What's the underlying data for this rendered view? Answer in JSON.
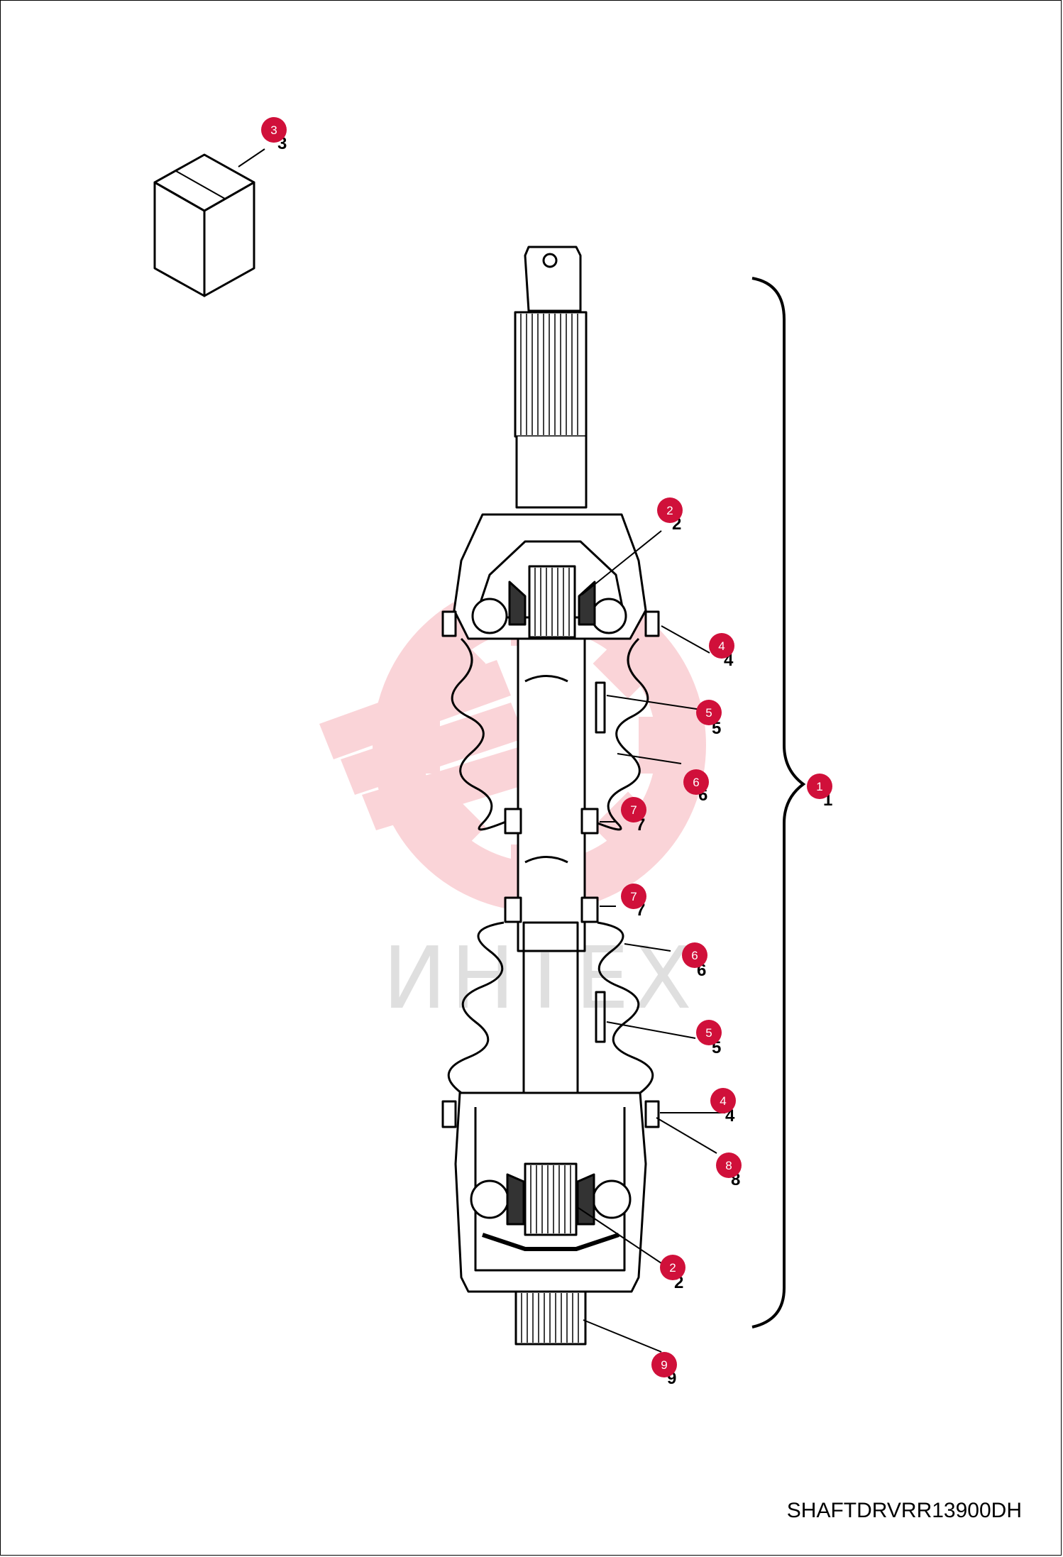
{
  "diagram": {
    "code_label": "SHAFTDRVRR13900DH",
    "watermark_text": "ИНТЕХ",
    "badge_color": "#d0103a",
    "line_color": "#000000",
    "callouts": [
      {
        "id": "callout-3",
        "label": "3",
        "under_label": "3"
      },
      {
        "id": "callout-2-top",
        "label": "2",
        "under_label": "2"
      },
      {
        "id": "callout-4-top",
        "label": "4",
        "under_label": "4"
      },
      {
        "id": "callout-5-top",
        "label": "5",
        "under_label": "5"
      },
      {
        "id": "callout-6-top",
        "label": "6",
        "under_label": "6"
      },
      {
        "id": "callout-7-top",
        "label": "7",
        "under_label": "7"
      },
      {
        "id": "callout-1",
        "label": "1",
        "under_label": "1"
      },
      {
        "id": "callout-7-bottom",
        "label": "7",
        "under_label": "7"
      },
      {
        "id": "callout-6-bottom",
        "label": "6",
        "under_label": "6"
      },
      {
        "id": "callout-5-bottom",
        "label": "5",
        "under_label": "5"
      },
      {
        "id": "callout-4-bottom",
        "label": "4",
        "under_label": "4"
      },
      {
        "id": "callout-8",
        "label": "8",
        "under_label": "8"
      },
      {
        "id": "callout-2-bottom",
        "label": "2",
        "under_label": "2"
      },
      {
        "id": "callout-9",
        "label": "9",
        "under_label": "9"
      }
    ]
  }
}
